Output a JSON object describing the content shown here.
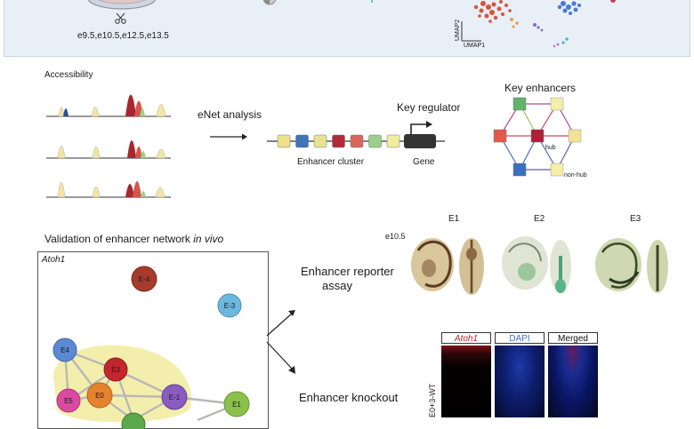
{
  "top": {
    "stages": "e9.5,e10.5,e12.5,e13.5",
    "umap_x": "UMAP1",
    "umap_y": "UMAP2"
  },
  "accessibility": {
    "title": "Accessibility"
  },
  "enet": {
    "label": "eNet analysis"
  },
  "cluster": {
    "title": "Key regulator",
    "enhancer_label": "Enhancer cluster",
    "gene_label": "Gene",
    "blocks": [
      "#ede18a",
      "#3f73bd",
      "#e8e294",
      "#b22a3a",
      "#d8665a",
      "#9bd08a",
      "#f0ec9a"
    ]
  },
  "key_enhancers": {
    "title": "Key enhancers",
    "hub_label": "hub",
    "nonhub_label": "non-hub"
  },
  "validation": {
    "title_prefix": "Validation of enhancer network ",
    "title_italic": "in vivo",
    "gene": "Atoh1",
    "nodes": [
      "E-4",
      "E-3",
      "E4",
      "E3",
      "E5",
      "E0",
      "E-1",
      "E1"
    ]
  },
  "reporter": {
    "label_line1": "Enhancer reporter",
    "label_line2": "assay",
    "stage": "e10.5",
    "columns": [
      "E1",
      "E2",
      "E3"
    ]
  },
  "knockout": {
    "label": "Enhancer knockout",
    "row_label": "E0+3-WT",
    "channels": [
      "Atoh1",
      "DAPI",
      "Merged"
    ],
    "channel_colors": [
      "#c0202a",
      "#3f6fd0",
      "#111111"
    ]
  },
  "colors": {
    "peak_red": "#a8262f",
    "peak_yellow": "#f2e6a2",
    "peak_blue": "#2b4f9e",
    "hub_red": "#b01e38",
    "highlight": "#f3eca3"
  }
}
